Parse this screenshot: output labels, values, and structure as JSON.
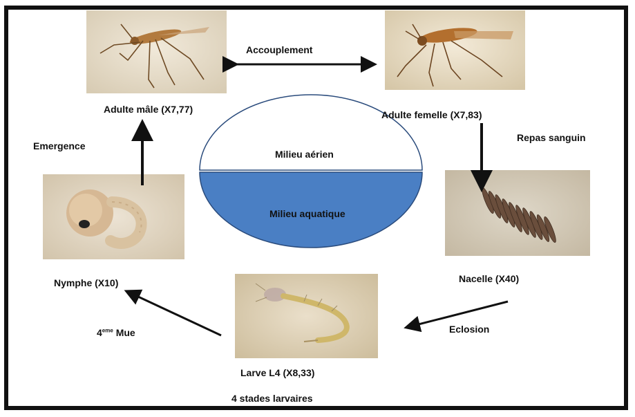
{
  "labels": {
    "adult_male": "Adulte mâle (X7,77)",
    "adult_female": "Adulte femelle (X7,83)",
    "mating": "Accouplement",
    "blood_meal": "Repas sanguin",
    "egg_raft": "Nacelle (X40)",
    "hatching": "Eclosion",
    "larva": "Larve L4 (X8,33)",
    "larval_stages": "4 stades larvaires",
    "molt_prefix": "4",
    "molt_sup": "eme",
    "molt_suffix": " Mue",
    "pupa": "Nymphe (X10)",
    "emergence": "Emergence",
    "aerial_medium": "Milieu aérien",
    "aquatic_medium": "Milieu aquatique"
  },
  "colors": {
    "aquatic_fill": "#4a7fc4",
    "photo_bg": "#ece2d0"
  }
}
